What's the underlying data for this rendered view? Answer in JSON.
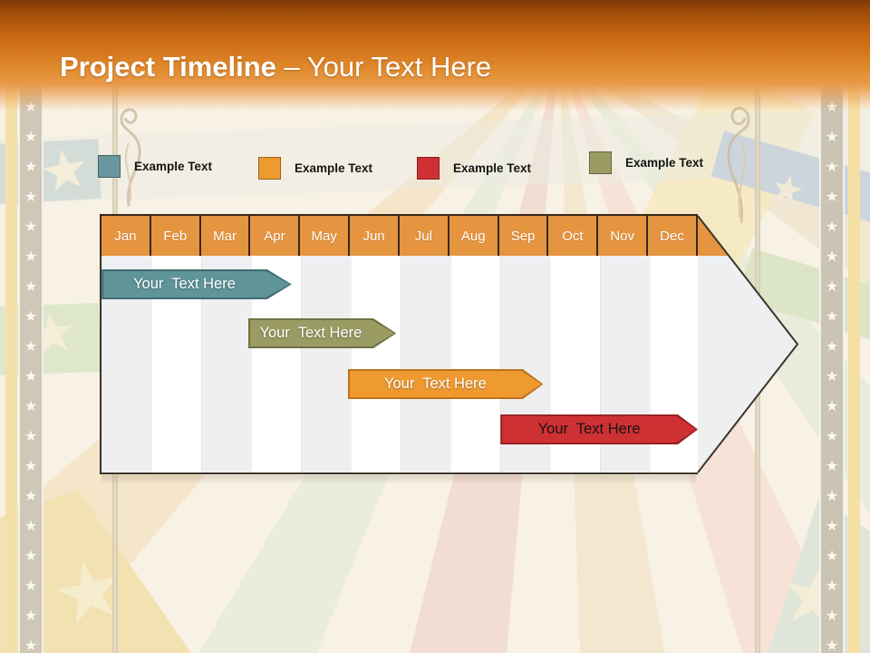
{
  "slide": {
    "title_bold": "Project Timeline ",
    "title_rest": "– Your Text Here"
  },
  "legend": {
    "items": [
      {
        "label": "Example Text",
        "color": "#68989E"
      },
      {
        "label": "Example Text",
        "color": "#EF9A31"
      },
      {
        "label": "Example Text",
        "color": "#CE3134"
      },
      {
        "label": "Example Text",
        "color": "#9A9C63"
      }
    ]
  },
  "chart_data": {
    "type": "gantt",
    "unit": "months",
    "categories": [
      "Jan",
      "Feb",
      "Mar",
      "Apr",
      "May",
      "Jun",
      "Jul",
      "Aug",
      "Sep",
      "Oct",
      "Nov",
      "Dec"
    ],
    "header_fill": "#E59440",
    "bars": [
      {
        "label": "Your  Text Here",
        "fill": "#5F9499",
        "border": "#3E6D73",
        "text_color": "#FFFFFF",
        "start": 0.04,
        "end": 3.36,
        "tip_end": 3.85,
        "row": 0
      },
      {
        "label": "Your  Text Here",
        "fill": "#9A9C63",
        "border": "#6F7240",
        "text_color": "#FFFFFF",
        "start": 2.98,
        "end": 5.49,
        "tip_end": 5.95,
        "row": 1
      },
      {
        "label": "Your  Text Here",
        "fill": "#EF9A31",
        "border": "#BC731C",
        "text_color": "#FFFFFF",
        "start": 4.98,
        "end": 8.49,
        "tip_end": 8.9,
        "row": 2
      },
      {
        "label": "Your  Text Here",
        "fill": "#CE3134",
        "border": "#991F23",
        "text_color": "#1A1212",
        "start": 8.04,
        "end": 11.6,
        "tip_end": 12.0,
        "row": 3
      }
    ]
  },
  "decor": {
    "star_glyph": "★"
  }
}
